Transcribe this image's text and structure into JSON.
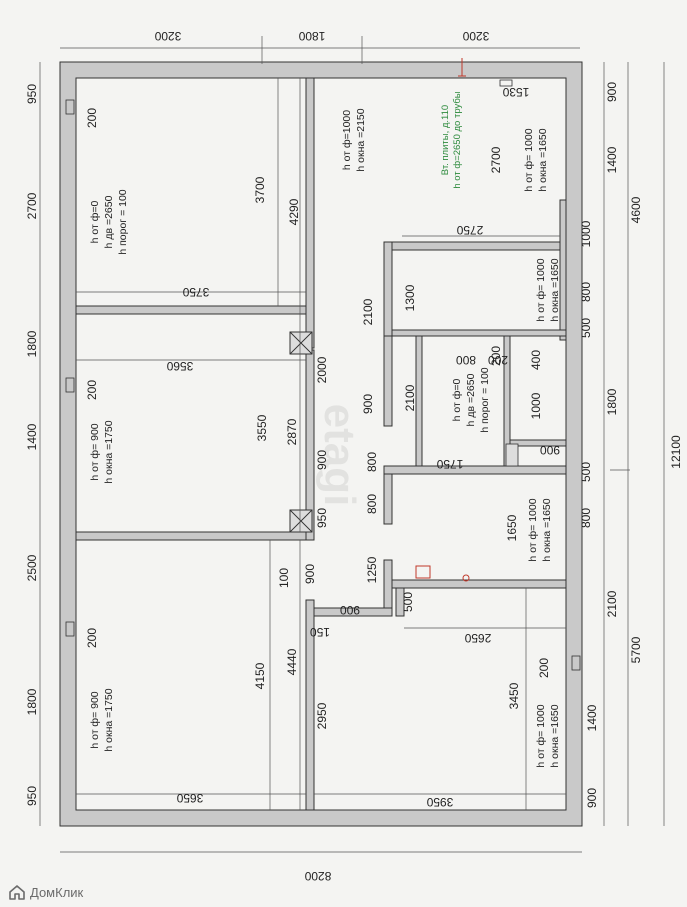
{
  "dimensions": {
    "top": [
      "3200",
      "1800",
      "3200"
    ],
    "bottom": "8200",
    "bottom_inner": [
      "3650",
      "3950"
    ],
    "left": [
      "950",
      "2700",
      "1800",
      "1400",
      "2500",
      "1800",
      "950"
    ],
    "right_outer": "12100",
    "right_mid": [
      "4600",
      "5700"
    ],
    "right_inner": [
      "900",
      "1400",
      "1000",
      "800",
      "500",
      "1800",
      "500",
      "800",
      "2100",
      "1400",
      "900"
    ],
    "inner": {
      "d1530": "1530",
      "d2700": "2700",
      "d2750": "2750",
      "d3700": "3700",
      "d4290": "4290",
      "d3750": "3750",
      "d3560": "3560",
      "d1300": "1300",
      "d2100a": "2100",
      "d2100b": "2100",
      "d800a": "800",
      "d200a": "200",
      "d400": "400",
      "d1000": "1000",
      "d900a": "900",
      "d1750": "1750",
      "d2000": "2000",
      "d3550": "3550",
      "d2870": "2870",
      "d900b": "900",
      "d950": "950",
      "d900c": "900",
      "d800b": "800",
      "d800c": "800",
      "d1650": "1650",
      "d1250": "1250",
      "d100": "100",
      "d900d": "900",
      "d500": "500",
      "d2650": "2650",
      "d150": "150",
      "d4150": "4150",
      "d4440": "4440",
      "d2950": "2950",
      "d3450": "3450",
      "d200b": "200",
      "d200c": "200",
      "d200d": "200",
      "d200e": "200",
      "d200f": "200",
      "d900e": "900"
    }
  },
  "notes": {
    "room_top_center": [
      "h от ф=1000",
      "h окна =2150"
    ],
    "room_top_left": [
      "h от ф=0",
      "h дв =2650",
      "h порог = 100"
    ],
    "room_right_top": [
      "h от ф= 1000",
      "h окна =1650"
    ],
    "room_right_2": [
      "h от ф= 1000",
      "h окна =1650"
    ],
    "room_center": [
      "h от ф=0",
      "h дв =2650",
      "h порог = 100"
    ],
    "room_left_mid": [
      "h от ф= 900",
      "h окна =1750"
    ],
    "room_right_3": [
      "h от ф= 1000",
      "h окна =1650"
    ],
    "room_left_bottom": [
      "h от ф= 900",
      "h окна =1750"
    ],
    "room_right_bottom": [
      "h от ф= 1000",
      "h окна =1650"
    ],
    "riser": [
      "Вт. плиты, д.110",
      "h от ф=2650 до трубы"
    ]
  },
  "watermark": {
    "left_text": "ДомКлик",
    "center_text": "etagi"
  },
  "colors": {
    "wall_fill": "#c9c9c9",
    "note_green": "#2e8b3e",
    "marker_red": "#c0392b"
  }
}
